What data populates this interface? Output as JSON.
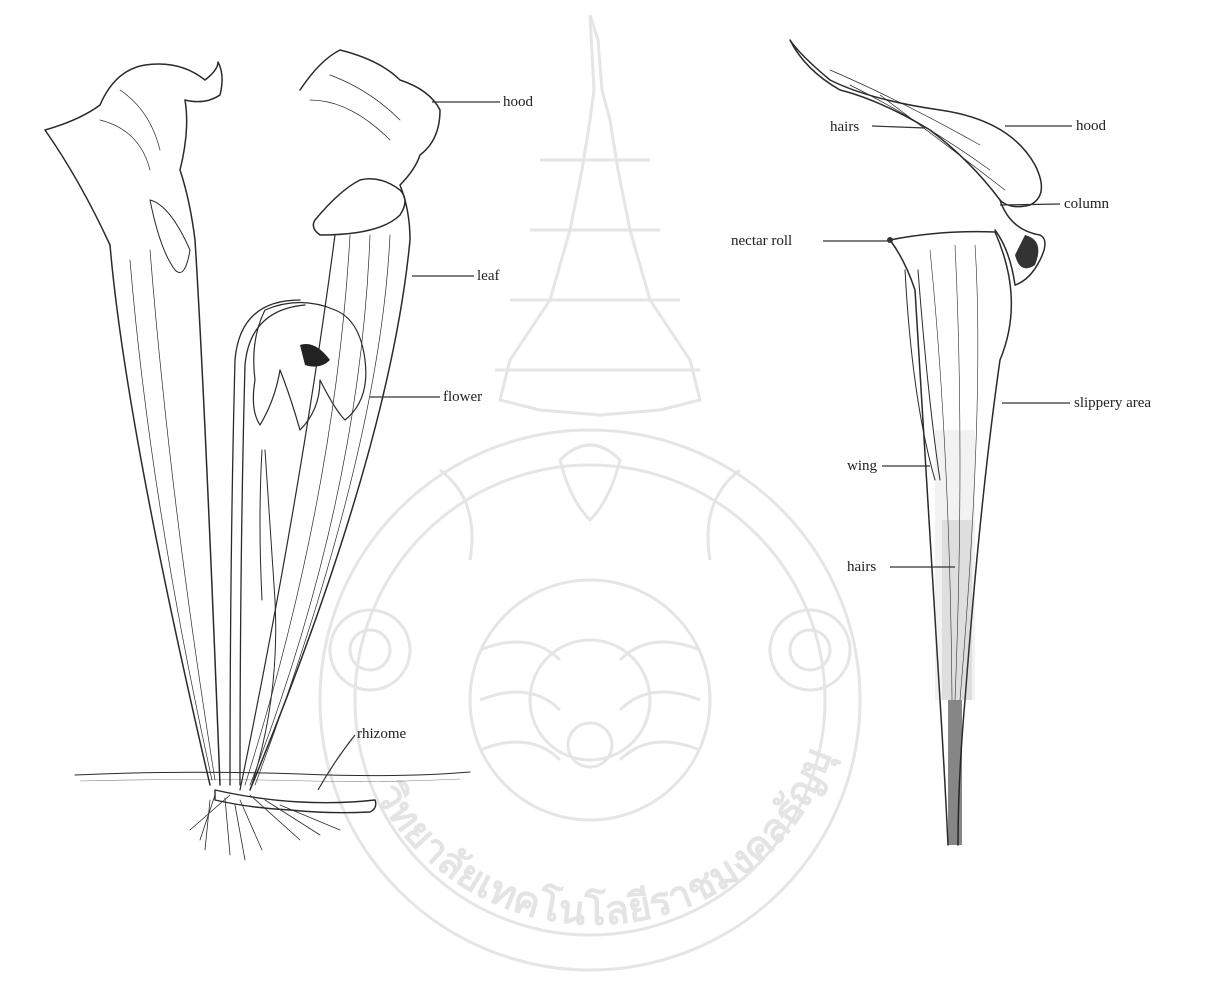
{
  "labels": {
    "hood_left": "hood",
    "leaf": "leaf",
    "flower": "flower",
    "rhizome": "rhizome",
    "hairs_top": "hairs",
    "hood_right": "hood",
    "column": "column",
    "nectar_roll": "nectar roll",
    "slippery_area": "slippery area",
    "wing": "wing",
    "hairs_bottom": "hairs"
  },
  "watermark": {
    "text": "วิทยาลัยเทคโนโลยีราชมงคลธัญบุรี"
  }
}
